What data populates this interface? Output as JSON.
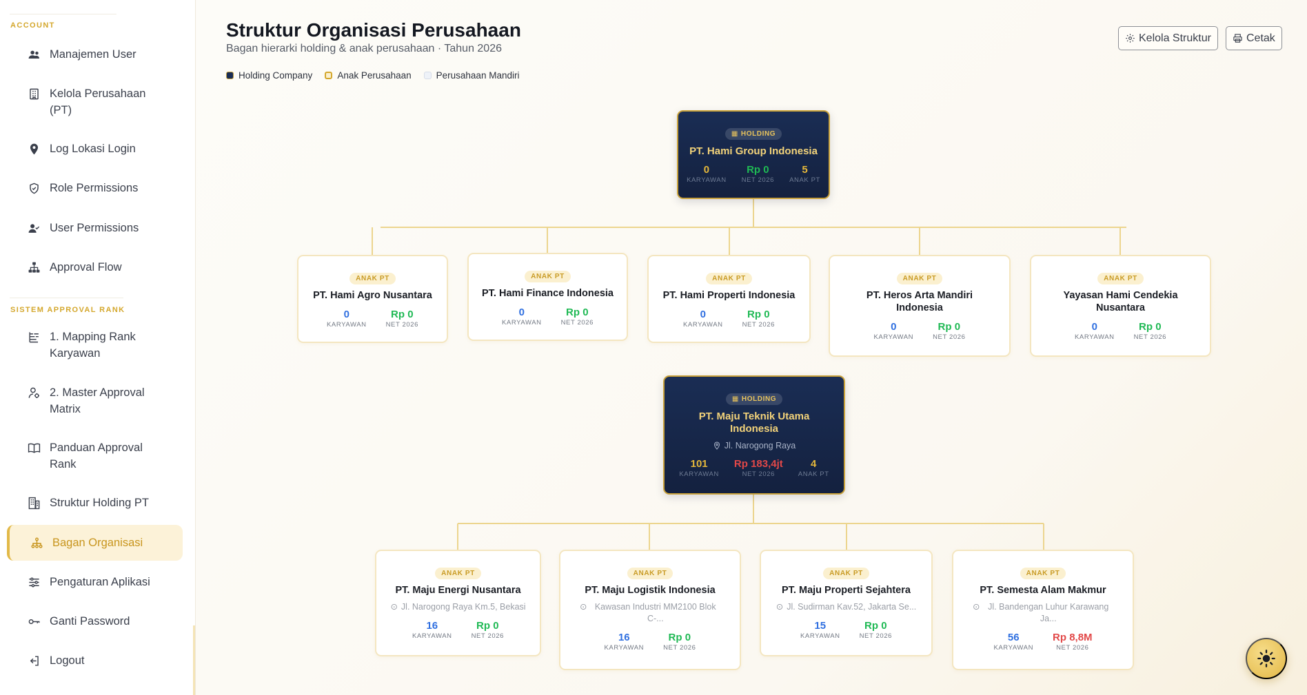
{
  "sidebar": {
    "section_account": "ACCOUNT",
    "section_approval": "SISTEM APPROVAL RANK",
    "items": [
      {
        "label": "Manajemen User",
        "icon": "users-icon"
      },
      {
        "label": "Kelola Perusahaan (PT)",
        "icon": "building-icon"
      },
      {
        "label": "Log Lokasi Login",
        "icon": "map-pin-icon"
      },
      {
        "label": "Role Permissions",
        "icon": "shield-icon"
      },
      {
        "label": "User Permissions",
        "icon": "user-check-icon"
      },
      {
        "label": "Approval Flow",
        "icon": "sitemap-icon"
      },
      {
        "label": "1. Mapping Rank Karyawan",
        "icon": "list-tree-icon"
      },
      {
        "label": "2. Master Approval Matrix",
        "icon": "user-cog-icon"
      },
      {
        "label": "Panduan Approval Rank",
        "icon": "book-icon"
      },
      {
        "label": "Struktur Holding PT",
        "icon": "buildings-icon"
      },
      {
        "label": "Bagan Organisasi",
        "icon": "org-chart-icon"
      },
      {
        "label": "Pengaturan Aplikasi",
        "icon": "sliders-icon"
      },
      {
        "label": "Ganti Password",
        "icon": "key-icon"
      },
      {
        "label": "Logout",
        "icon": "logout-icon"
      }
    ],
    "active": "Bagan Organisasi"
  },
  "header": {
    "title": "Struktur Organisasi Perusahaan",
    "subtitle": "Bagan hierarki holding & anak perusahaan · Tahun 2026",
    "btn_manage": "Kelola Struktur",
    "btn_print": "Cetak"
  },
  "legend": [
    {
      "label": "Holding Company",
      "color": "#1a2d54"
    },
    {
      "label": "Anak Perusahaan",
      "color": "#fbf0cf"
    },
    {
      "label": "Perusahaan Mandiri",
      "color": "#eef2f8"
    }
  ],
  "labels": {
    "holding_badge": "HOLDING",
    "child_badge": "ANAK PT",
    "karyawan": "KARYAWAN",
    "net": "NET 2026",
    "anak_pt": "ANAK PT"
  },
  "groups": [
    {
      "holding": {
        "name": "PT. Hami Group Indonesia",
        "address": "",
        "karyawan": "0",
        "net": "Rp 0",
        "anak_pt": "5"
      },
      "children": [
        {
          "name": "PT. Hami Agro Nusantara",
          "address": "",
          "karyawan": "0",
          "net": "Rp 0"
        },
        {
          "name": "PT. Hami Finance Indonesia",
          "address": "",
          "karyawan": "0",
          "net": "Rp 0"
        },
        {
          "name": "PT. Hami Properti Indonesia",
          "address": "",
          "karyawan": "0",
          "net": "Rp 0"
        },
        {
          "name": "PT. Heros Arta Mandiri Indonesia",
          "address": "",
          "karyawan": "0",
          "net": "Rp 0"
        },
        {
          "name": "Yayasan Hami Cendekia Nusantara",
          "address": "",
          "karyawan": "0",
          "net": "Rp 0"
        }
      ]
    },
    {
      "holding": {
        "name": "PT. Maju Teknik Utama Indonesia",
        "address": "Jl. Narogong Raya",
        "karyawan": "101",
        "net": "Rp 183,4jt",
        "anak_pt": "4"
      },
      "children": [
        {
          "name": "PT. Maju Energi Nusantara",
          "address": "Jl. Narogong Raya Km.5, Bekasi",
          "karyawan": "16",
          "net": "Rp 0"
        },
        {
          "name": "PT. Maju Logistik Indonesia",
          "address": "Kawasan Industri MM2100 Blok C-...",
          "karyawan": "16",
          "net": "Rp 0"
        },
        {
          "name": "PT. Maju Properti Sejahtera",
          "address": "Jl. Sudirman Kav.52, Jakarta Se...",
          "karyawan": "15",
          "net": "Rp 0"
        },
        {
          "name": "PT. Semesta Alam Makmur",
          "address": "Jl. Bandengan Luhur Karawang Ja...",
          "karyawan": "56",
          "net": "Rp 8,8M"
        }
      ]
    }
  ]
}
